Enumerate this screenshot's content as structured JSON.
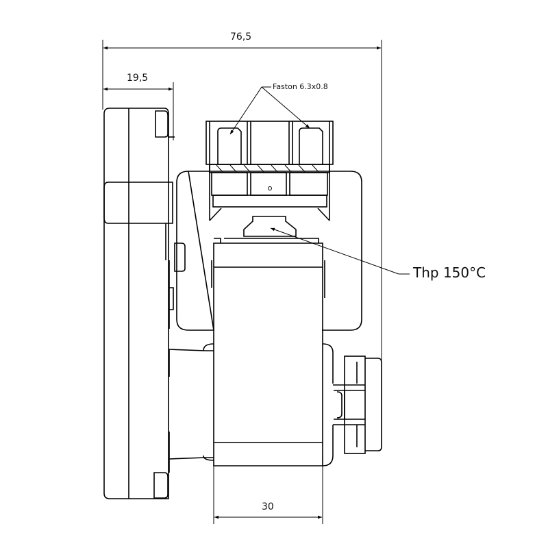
{
  "dimensions": {
    "overall_width": "76,5",
    "fan_offset": "19,5",
    "motor_width": "30"
  },
  "callouts": {
    "faston": "Faston 6.3x0.8",
    "thermal_protector": "Thp 150°C"
  }
}
